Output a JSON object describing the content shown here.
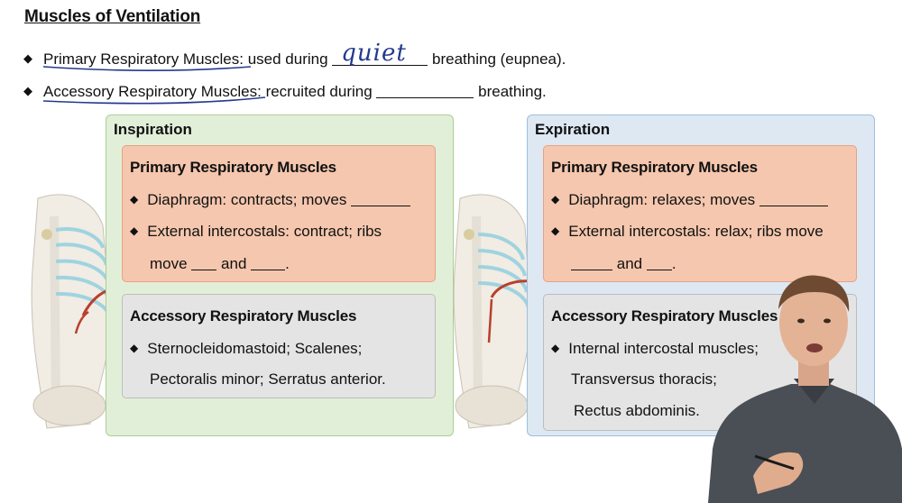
{
  "title": "Muscles of Ventilation",
  "bullets": [
    {
      "term": "Primary Respiratory Muscles",
      "text_before": ": used during ",
      "handwritten": "quiet",
      "text_after": " breathing (eupnea)."
    },
    {
      "term": "Accessory Respiratory Muscles",
      "text_before": ": recruited during ",
      "text_after": " breathing."
    }
  ],
  "bullet_symbol": "◆",
  "inspiration": {
    "title": "Inspiration",
    "primary": {
      "title": "Primary Respiratory Muscles",
      "line1": "Diaphragm: contracts; moves",
      "line2": "External intercostals: contract;  ribs",
      "line3_a": "move",
      "line3_b": "and",
      "line3_c": "."
    },
    "accessory": {
      "title": "Accessory Respiratory Muscles",
      "line1": "Sternocleidomastoid; Scalenes;",
      "line2": "Pectoralis minor; Serratus anterior."
    }
  },
  "expiration": {
    "title": "Expiration",
    "primary": {
      "title": "Primary Respiratory Muscles",
      "line1": "Diaphragm: relaxes; moves",
      "line2": "External intercostals: relax; ribs move",
      "line3_b": "and",
      "line3_c": "."
    },
    "accessory": {
      "title": "Accessory Respiratory Muscles",
      "line1": "Internal intercostal muscles;",
      "line2": "Transversus thoracis;",
      "line3": "Rectus abdominis."
    }
  },
  "colors": {
    "inspiration_bg": "#e2efd8",
    "expiration_bg": "#dde8f3",
    "primary_box": "#f5c7ae",
    "accessory_box": "#e4e4e4",
    "handwriting": "#233a8c"
  }
}
